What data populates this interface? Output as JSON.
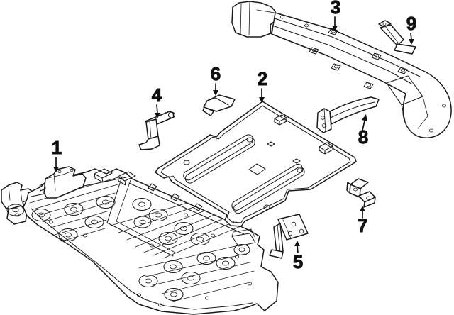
{
  "diagram": {
    "background": "#ffffff",
    "line_color": "#1a1a1a",
    "callouts": [
      {
        "label": "1"
      },
      {
        "label": "2"
      },
      {
        "label": "3"
      },
      {
        "label": "4"
      },
      {
        "label": "5"
      },
      {
        "label": "6"
      },
      {
        "label": "7"
      },
      {
        "label": "8"
      },
      {
        "label": "9"
      }
    ]
  }
}
